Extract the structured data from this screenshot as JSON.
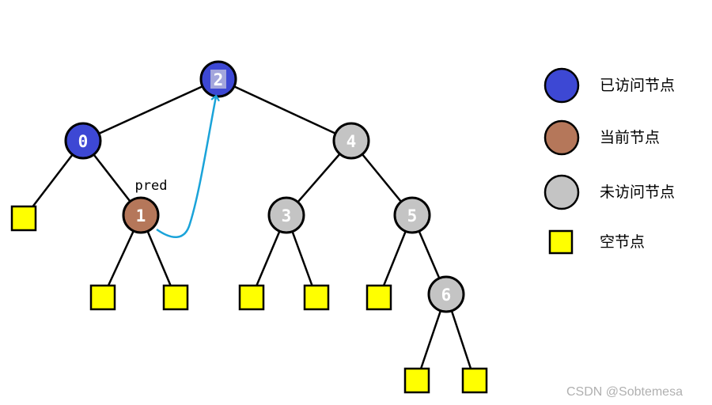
{
  "colors": {
    "visited": "#3d48d4",
    "current": "#b5775a",
    "unvisited": "#c4c4c4",
    "null_node": "#ffff00",
    "pred_arrow": "#1aa3d9"
  },
  "tree": {
    "nodes": [
      {
        "id": "n2",
        "label": "2",
        "state": "visited"
      },
      {
        "id": "n0",
        "label": "0",
        "state": "visited"
      },
      {
        "id": "n4",
        "label": "4",
        "state": "unvisited"
      },
      {
        "id": "n1",
        "label": "1",
        "state": "current"
      },
      {
        "id": "n3",
        "label": "3",
        "state": "unvisited"
      },
      {
        "id": "n5",
        "label": "5",
        "state": "unvisited"
      },
      {
        "id": "n6",
        "label": "6",
        "state": "unvisited"
      }
    ],
    "edges": [
      [
        "n2",
        "n0"
      ],
      [
        "n2",
        "n4"
      ],
      [
        "n0",
        "nl0"
      ],
      [
        "n0",
        "n1"
      ],
      [
        "n1",
        "nl1"
      ],
      [
        "n1",
        "nr1"
      ],
      [
        "n4",
        "n3"
      ],
      [
        "n4",
        "n5"
      ],
      [
        "n3",
        "nl3"
      ],
      [
        "n3",
        "nr3"
      ],
      [
        "n5",
        "nl5"
      ],
      [
        "n5",
        "n6"
      ],
      [
        "n6",
        "nl6"
      ],
      [
        "n6",
        "nr6"
      ]
    ],
    "pred_label": "pred"
  },
  "legend": [
    {
      "state": "visited",
      "label": "已访问节点"
    },
    {
      "state": "current",
      "label": "当前节点"
    },
    {
      "state": "unvisited",
      "label": "未访问节点"
    },
    {
      "state": "null_node",
      "label": "空节点"
    }
  ],
  "watermark": "CSDN @Sobtemesa"
}
